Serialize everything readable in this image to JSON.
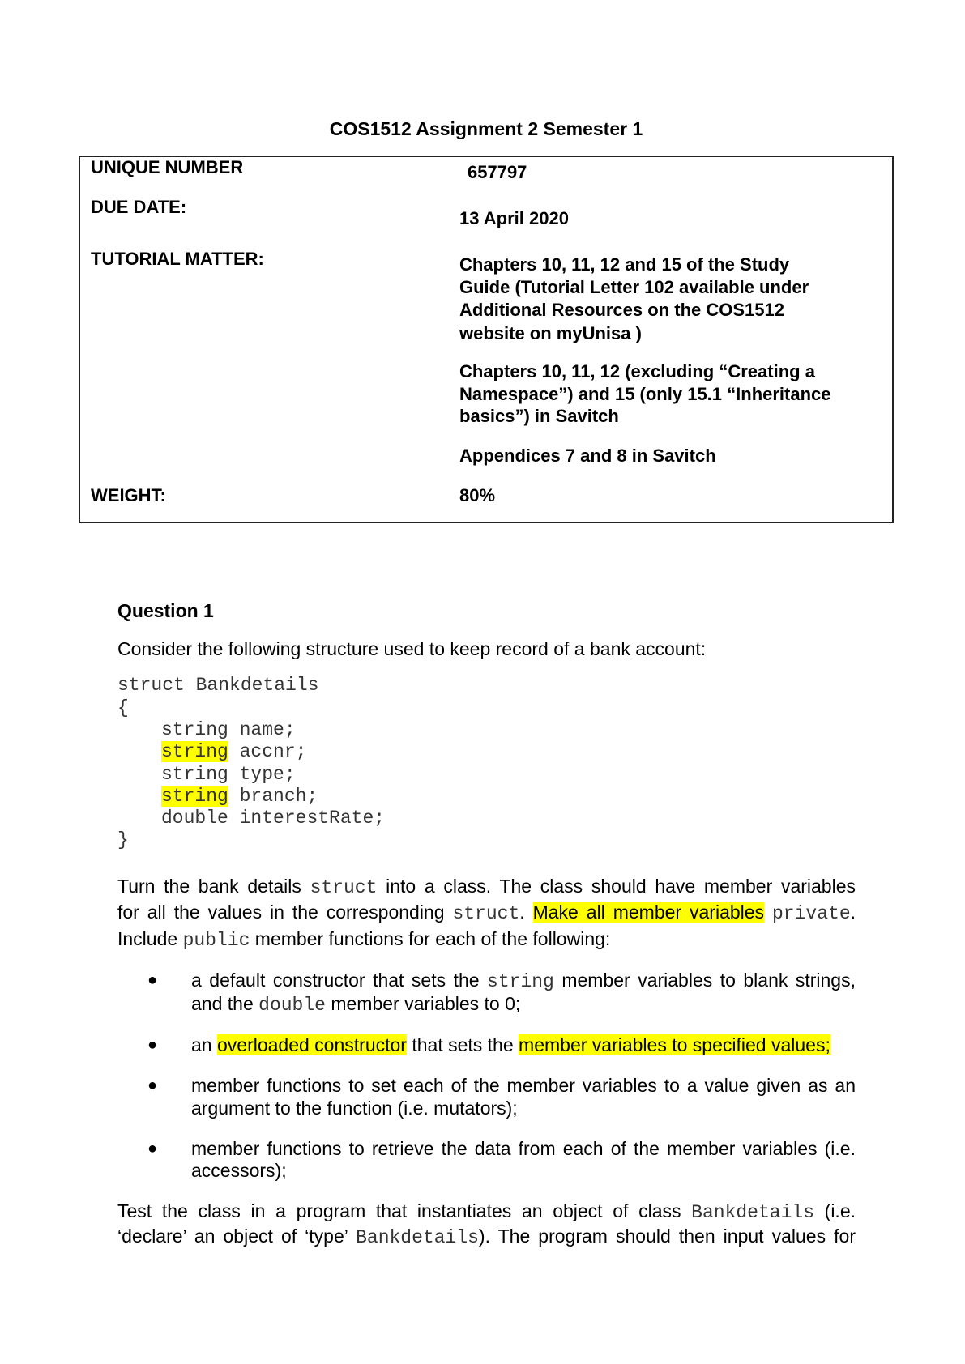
{
  "title": "COS1512 Assignment 2 Semester 1",
  "info_table": {
    "unique_number_label": "UNIQUE NUMBER",
    "unique_number": "657797",
    "due_date_label": "DUE DATE:",
    "due_date": "13 April 2020",
    "tutorial_matter_label": "TUTORIAL MATTER:",
    "tutorial_matter": [
      [
        "Chapters 10, 11, 12 and 15 of the Study",
        "Guide (Tutorial Letter 102 available under",
        "Additional Resources on the COS1512",
        "website on myUnisa )"
      ],
      [
        "Chapters 10, 11, 12 (excluding “Creating a",
        "Namespace”) and 15 (only 15.1 “Inheritance",
        "basics”) in Savitch"
      ],
      [
        "Appendices 7 and 8 in Savitch"
      ]
    ],
    "weight_label": "WEIGHT:",
    "weight": "80%"
  },
  "question": {
    "heading": "Question 1",
    "intro": "Consider the following structure used to keep record of a bank account:",
    "code": {
      "line1": "struct Bankdetails",
      "open": "{",
      "members": [
        {
          "type": "string",
          "name": " name;",
          "highlight": false
        },
        {
          "type": "string",
          "name": " accnr;",
          "highlight": true
        },
        {
          "type": "string",
          "name": " type;",
          "highlight": false
        },
        {
          "type": "string",
          "name": " branch;",
          "highlight": true
        },
        {
          "type": "double",
          "name": " interestRate;",
          "highlight": false
        }
      ],
      "close": "}"
    },
    "para1": {
      "l1a": "Turn the bank details ",
      "l1b": "struct",
      "l1c": " into a class. The class should have member variables",
      "l2a": "for all the values in the corresponding ",
      "l2b": "struct",
      "l2c": ". ",
      "l2d": "Make all member variables",
      "l2e": " ",
      "l2f": "private",
      "l2g": ".",
      "l3a": "Include ",
      "l3b": "public",
      "l3c": " member functions for each of the following:"
    },
    "bullets": {
      "b1a": "a default constructor that sets the ",
      "b1b": "string",
      "b1c": " member variables to blank strings,",
      "b1d": "and the ",
      "b1e": "double",
      "b1f": " member variables to 0;",
      "b2a": "an ",
      "b2b": "overloaded constructor",
      "b2c": " that sets the ",
      "b2d": "member variables to specified values;",
      "b3a": "member functions to set each of the member variables to a value given as an",
      "b3b": "argument to the function (i.e. mutators);",
      "b4a": "member functions to retrieve the data from each of the member variables (i.e.",
      "b4b": "accessors);"
    },
    "para2": {
      "l1a": "Test the class in a program that instantiates an object of class ",
      "l1b": "Bankdetails",
      "l1c": " (i.e.",
      "l2a": "‘declare’ an object of ‘type’ ",
      "l2b": "Bankdetails",
      "l2c": "). The program should then input values for"
    }
  },
  "colors": {
    "highlight": "#ffff00",
    "text": "#000000",
    "code": "#333333"
  }
}
